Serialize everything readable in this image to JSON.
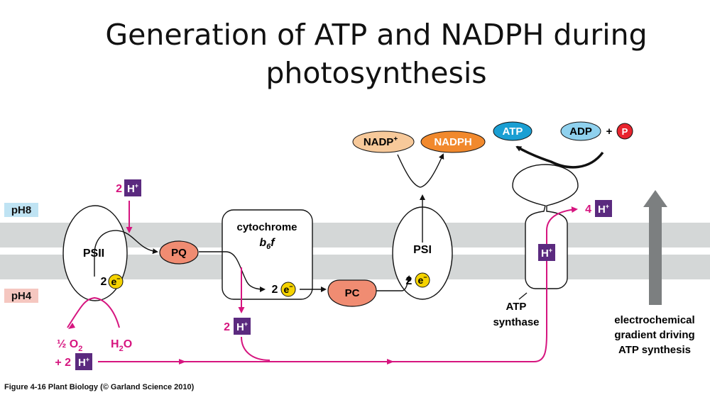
{
  "title": {
    "line1": "Generation of ATP and NADPH during",
    "line2": "photosynthesis"
  },
  "sides": {
    "stroma_ph": "pH8",
    "lumen_ph": "pH4"
  },
  "complexes": {
    "psii": "PSII",
    "pq": "PQ",
    "cytochrome_line1": "cytochrome",
    "cytochrome_b": "b",
    "cytochrome_sub": "6",
    "cytochrome_f": "f",
    "pc": "PC",
    "psi": "PSI",
    "atp_synthase_line1": "ATP",
    "atp_synthase_line2": "synthase"
  },
  "molecules": {
    "nadp": "NADP",
    "nadp_sup": "+",
    "nadph": "NADPH",
    "atp": "ATP",
    "adp": "ADP",
    "plus": "+",
    "phosphate": "P",
    "half_o2_prefix": "½ O",
    "o2_sub": "2",
    "h2o_h": "H",
    "h2o_sub": "2",
    "h2o_o": "O"
  },
  "electrons": {
    "label": "e",
    "sup": "−",
    "count_2": "2"
  },
  "protons": {
    "symbol": "H",
    "sup": "+",
    "stroma_count": "2",
    "cytb6f_count": "2",
    "water_count": "+ 2",
    "out_count": "4"
  },
  "gradient_label": {
    "line1": "electrochemical",
    "line2": "gradient driving",
    "line3": "ATP synthesis"
  },
  "caption": "Figure 4-16  Plant Biology (© Garland Science 2010)",
  "colors": {
    "membrane": "#d4d7d7",
    "proton_box": "#5b2a7f",
    "magenta": "#d6157f",
    "electron": "#f5d300",
    "pq_pc": "#f08c72",
    "nadp": "#f7c99a",
    "nadph": "#f1892d",
    "atp": "#1a9fd3",
    "adp": "#8fd1ee",
    "phosphate": "#e8242e",
    "ph8_bg": "#bfe3f3",
    "ph4_bg": "#f5c7c0",
    "gradient_arrow": "#7c7f80"
  }
}
